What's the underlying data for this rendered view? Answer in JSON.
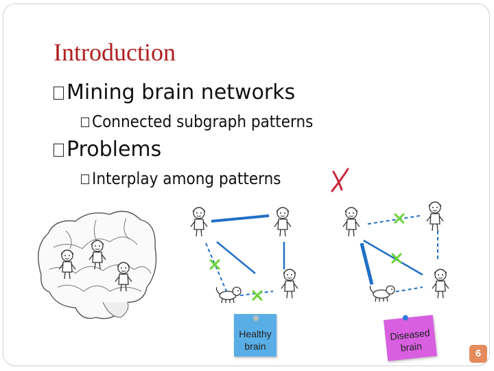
{
  "slide": {
    "title": "Introduction",
    "bullets": [
      {
        "level": 1,
        "text": "Mining brain networks"
      },
      {
        "level": 2,
        "text": "Connected subgraph patterns"
      },
      {
        "level": 1,
        "text": "Problems"
      },
      {
        "level": 2,
        "text": "Interplay among patterns"
      }
    ],
    "healthy_label": [
      "Healthy",
      "brain"
    ],
    "diseased_label": [
      "Diseased",
      "brain"
    ],
    "page_number": "6"
  },
  "icons": [
    "cross-mark-icon",
    "brain-illustration",
    "cartoon-character-icon"
  ],
  "colors": {
    "title": "#b01e1e",
    "edge": "#1f6fc5",
    "cross": "#6dd33a",
    "red_cross": "#c8283c",
    "healthy_note": "#5aaee6",
    "diseased_note": "#d75fe0",
    "page_badge": "#e58a5c"
  }
}
